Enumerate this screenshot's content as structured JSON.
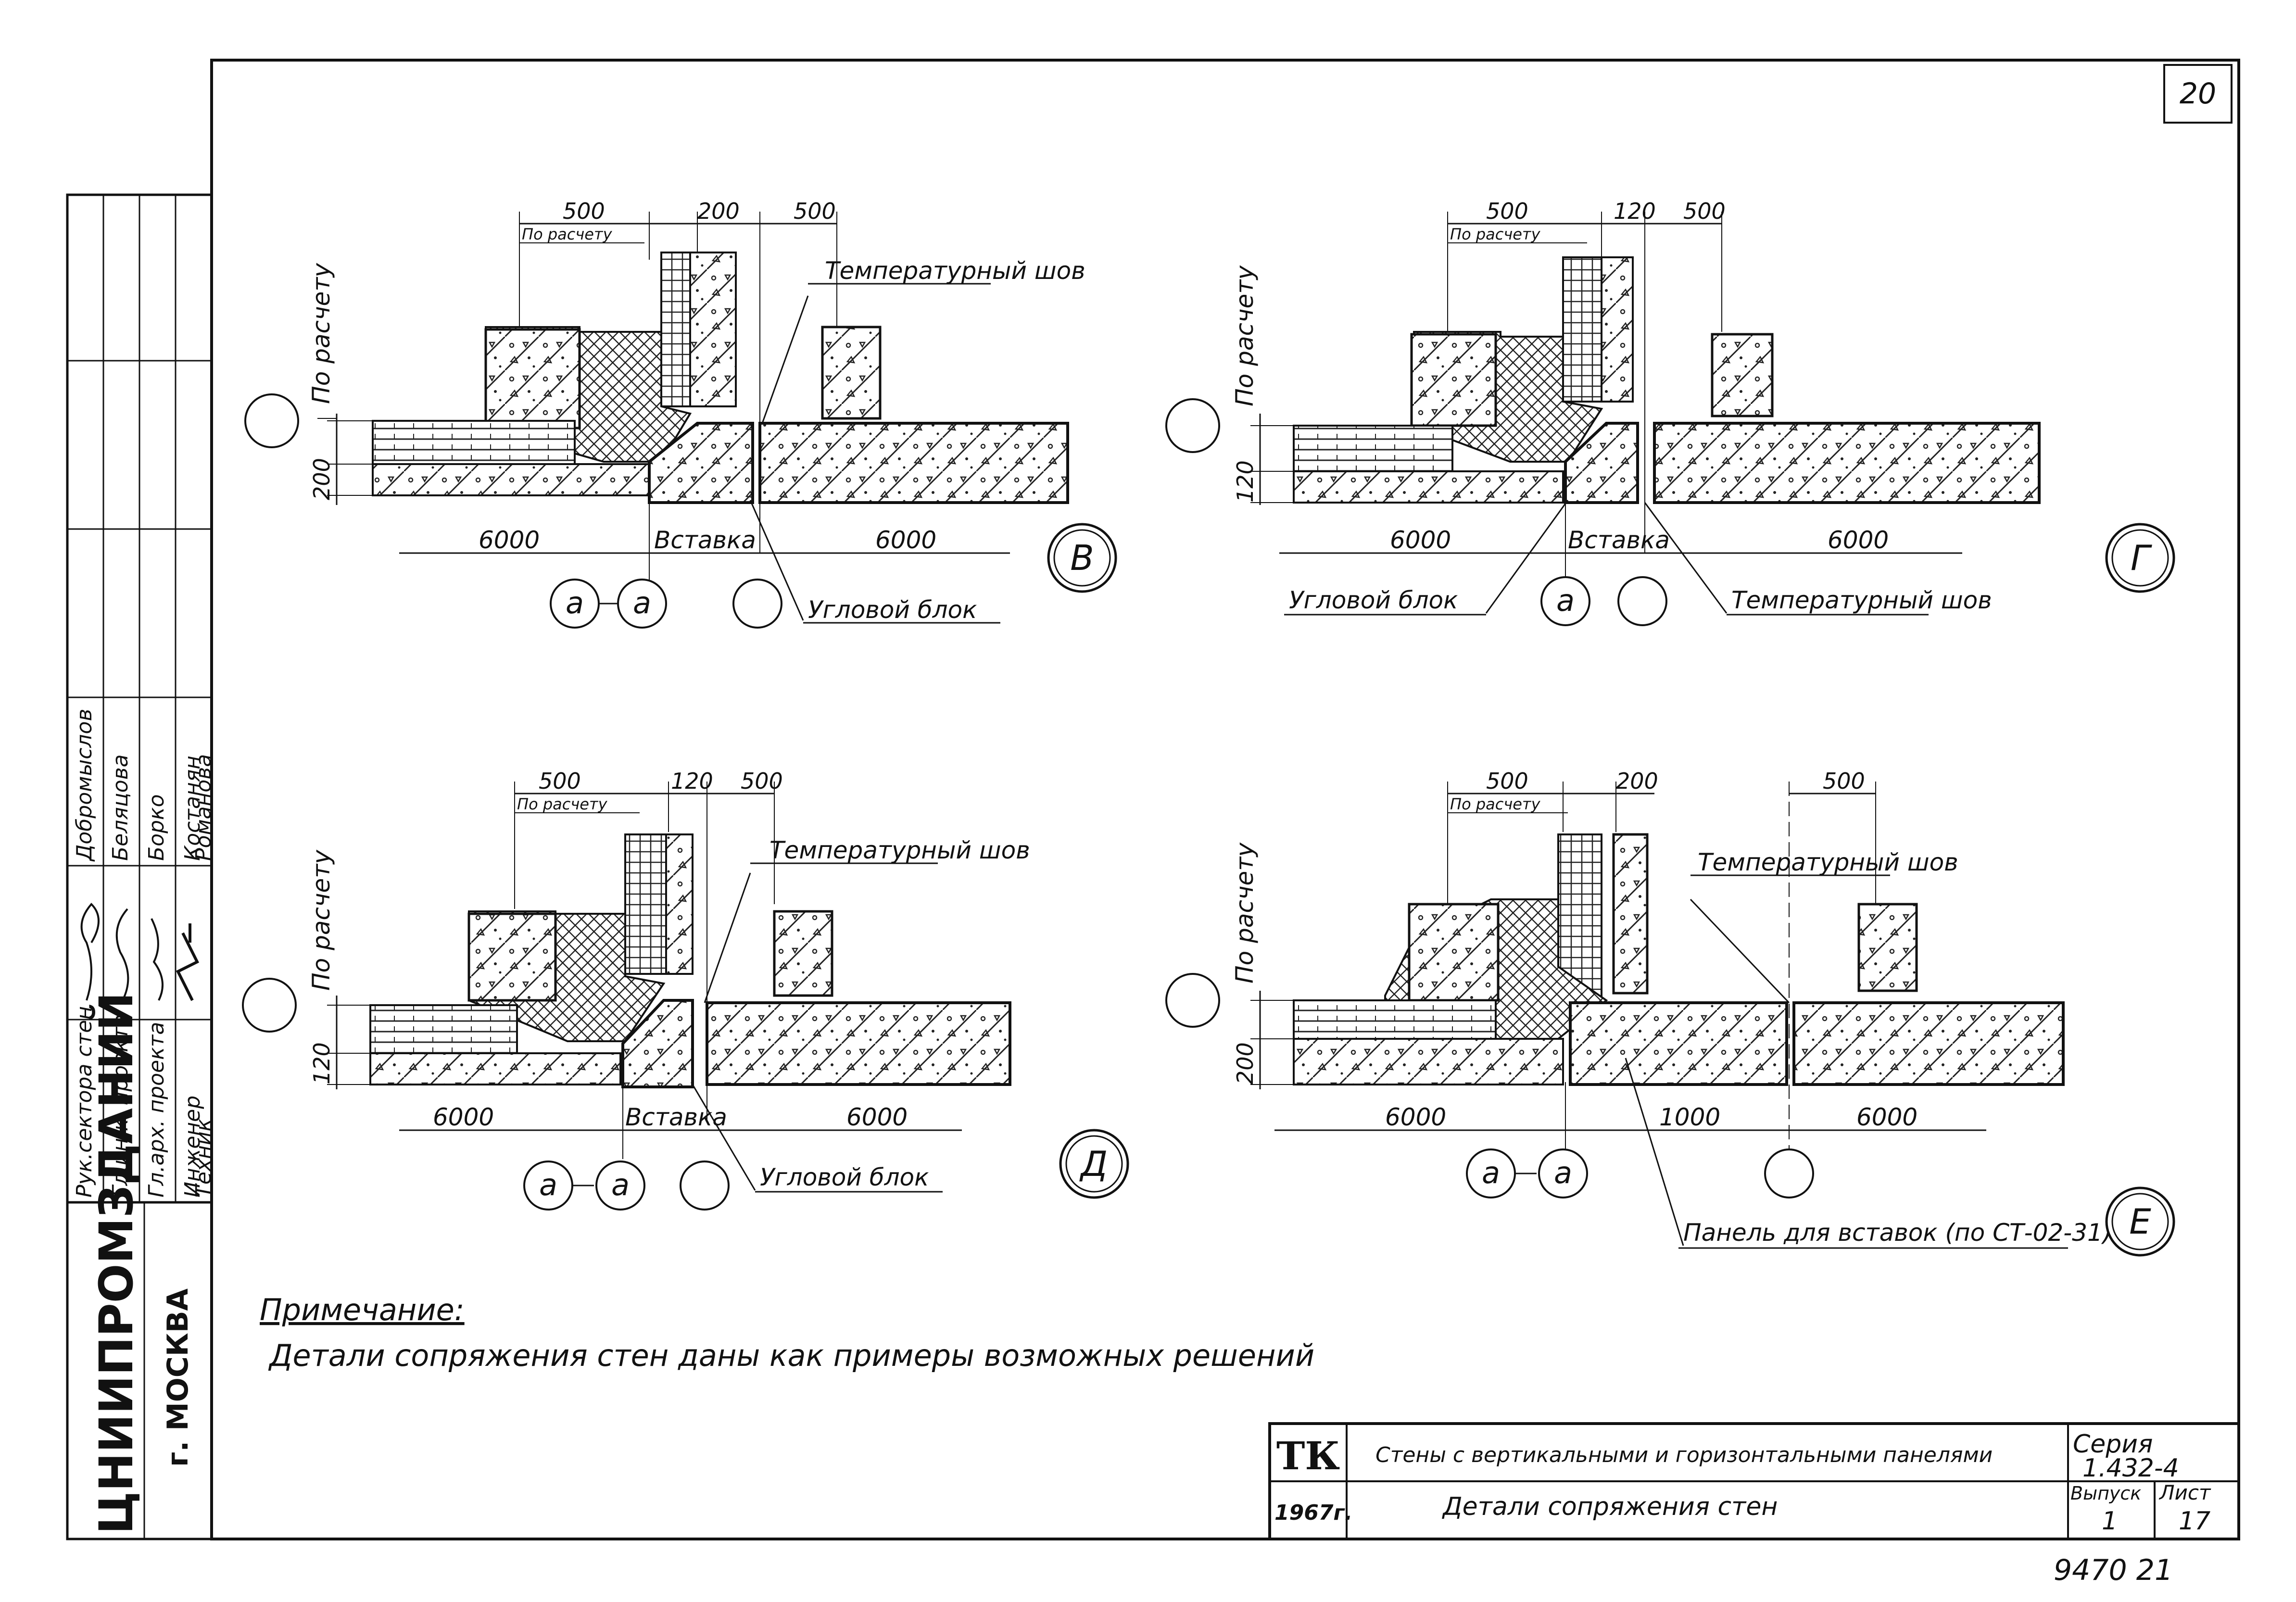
{
  "sheet_number": "20",
  "inventory_number": "9470  21",
  "organization": {
    "name": "ЦНИИПРОМЗДАНИЙ",
    "city": "г. МОСКВА"
  },
  "approvals": [
    {
      "role": "Рук.сектора стен",
      "name": "Добромыслов"
    },
    {
      "role": "Гл.инж. проекта",
      "name": "Беляцова"
    },
    {
      "role": "Гл.арх. проекта",
      "name": "Борко"
    },
    {
      "role": "Инженер",
      "name": "Костанян"
    },
    {
      "role": "Техник",
      "name": "Романова"
    }
  ],
  "details": [
    {
      "letter": "В",
      "top_dims": [
        "500",
        "200",
        "500"
      ],
      "side_dim": "200",
      "bottom_dims": [
        "6000",
        "6000"
      ],
      "calc_v": "По расчету",
      "calc_h": "По расчету",
      "insert": "Вставка",
      "joint": "Температурный шов",
      "corner_block": "Угловой блок",
      "axes": [
        "а",
        "а"
      ]
    },
    {
      "letter": "Г",
      "top_dims": [
        "500",
        "120",
        "500"
      ],
      "side_dim": "120",
      "bottom_dims": [
        "6000",
        "6000"
      ],
      "calc_v": "По расчету",
      "calc_h": "По расчету",
      "insert": "Вставка",
      "joint": "Температурный шов",
      "corner_block": "Угловой блок",
      "axes": [
        "а"
      ]
    },
    {
      "letter": "Д",
      "top_dims": [
        "500",
        "120",
        "500"
      ],
      "side_dim": "120",
      "bottom_dims": [
        "6000",
        "6000"
      ],
      "calc_v": "По расчету",
      "calc_h": "По расчету",
      "insert": "Вставка",
      "joint": "Температурный шов",
      "corner_block": "Угловой блок",
      "axes": [
        "а",
        "а"
      ]
    },
    {
      "letter": "Е",
      "top_dims": [
        "500",
        "200",
        "500"
      ],
      "side_dim": "200",
      "bottom_dims": [
        "6000",
        "1000",
        "6000"
      ],
      "calc_v": "По расчету",
      "calc_h": "По расчету",
      "joint": "Температурный шов",
      "panel_label": "Панель для вставок (по СТ-02-31)",
      "axes": [
        "а",
        "а"
      ]
    }
  ],
  "note": {
    "title": "Примечание:",
    "text": "Детали сопряжения стен даны как примеры возможных решений"
  },
  "title_block": {
    "code": "ТК",
    "year": "1967г.",
    "subject": "Стены с вертикальными и горизонтальными панелями",
    "sheet_title": "Детали сопряжения стен",
    "series_label": "Серия",
    "series_value": "1.432-4",
    "issue_label": "Выпуск",
    "issue_value": "1",
    "sheet_label": "Лист",
    "sheet_value": "17"
  }
}
